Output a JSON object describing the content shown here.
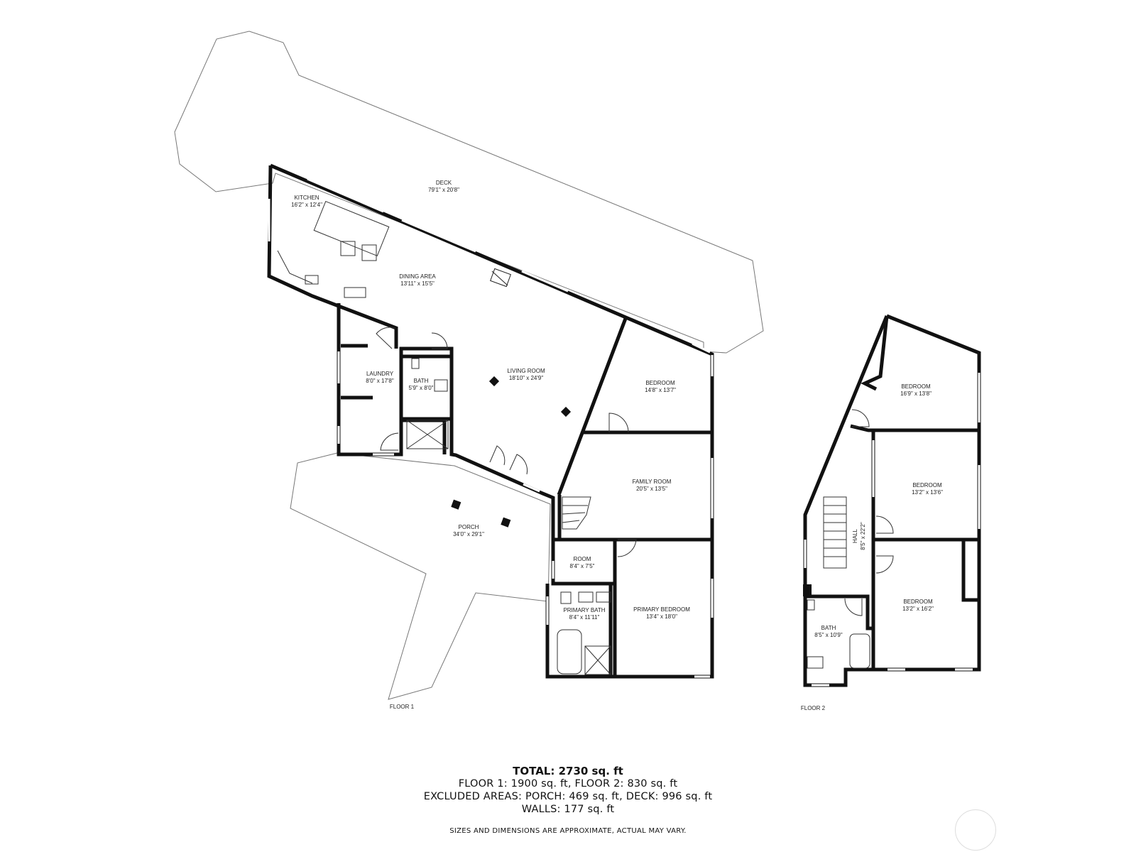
{
  "floors": [
    {
      "label": "FLOOR 1",
      "rooms": [
        {
          "name": "DECK",
          "dims": "79'1\" x 20'8\""
        },
        {
          "name": "KITCHEN",
          "dims": "16'2\" x 12'4\""
        },
        {
          "name": "DINING AREA",
          "dims": "13'11\" x 15'5\""
        },
        {
          "name": "LIVING ROOM",
          "dims": "18'10\" x 24'9\""
        },
        {
          "name": "LAUNDRY",
          "dims": "8'0\" x 17'8\""
        },
        {
          "name": "BATH",
          "dims": "5'9\" x 8'0\""
        },
        {
          "name": "BEDROOM",
          "dims": "14'8\" x 13'7\""
        },
        {
          "name": "FAMILY ROOM",
          "dims": "20'5\" x 13'5\""
        },
        {
          "name": "PORCH",
          "dims": "34'0\" x 29'1\""
        },
        {
          "name": "ROOM",
          "dims": "8'4\" x 7'5\""
        },
        {
          "name": "PRIMARY BATH",
          "dims": "8'4\" x 11'11\""
        },
        {
          "name": "PRIMARY BEDROOM",
          "dims": "13'4\" x 18'0\""
        }
      ]
    },
    {
      "label": "FLOOR 2",
      "rooms": [
        {
          "name": "BEDROOM",
          "dims": "16'9\" x 13'8\""
        },
        {
          "name": "BEDROOM",
          "dims": "13'2\" x 13'6\""
        },
        {
          "name": "HALL",
          "dims": "8'5\" x 22'2\""
        },
        {
          "name": "BEDROOM",
          "dims": "13'2\" x 16'2\""
        },
        {
          "name": "BATH",
          "dims": "8'5\" x 10'9\""
        }
      ]
    }
  ],
  "summary": {
    "total": "TOTAL: 2730 sq. ft",
    "floors_line": "FLOOR 1: 1900 sq. ft, FLOOR 2: 830 sq. ft",
    "excluded_line": "EXCLUDED AREAS: PORCH: 469 sq. ft, DECK: 996 sq. ft",
    "walls_line": "WALLS: 177 sq. ft",
    "disclaimer": "SIZES AND DIMENSIONS ARE APPROXIMATE, ACTUAL MAY VARY."
  }
}
